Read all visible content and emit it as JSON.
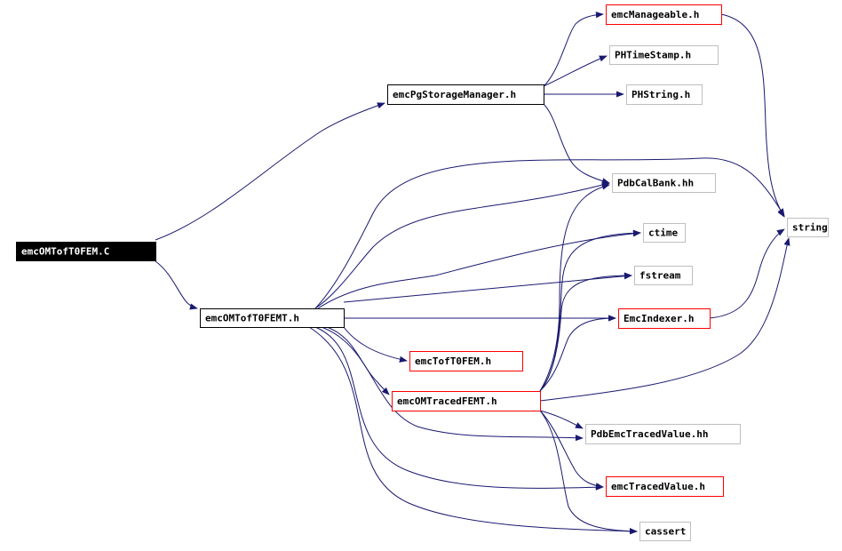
{
  "nodes": [
    {
      "id": "root",
      "label": "emcOMTofT0FEM.C",
      "style": "root"
    },
    {
      "id": "storage",
      "label": "emcPgStorageManager.h",
      "style": "black"
    },
    {
      "id": "omtof",
      "label": "emcOMTofT0FEMT.h",
      "style": "black"
    },
    {
      "id": "manageable",
      "label": "emcManageable.h",
      "style": "red"
    },
    {
      "id": "phtime",
      "label": "PHTimeStamp.h",
      "style": "gray"
    },
    {
      "id": "phstring",
      "label": "PHString.h",
      "style": "gray"
    },
    {
      "id": "pdbcal",
      "label": "PdbCalBank.hh",
      "style": "gray"
    },
    {
      "id": "string",
      "label": "string",
      "style": "gray"
    },
    {
      "id": "ctime",
      "label": "ctime",
      "style": "gray"
    },
    {
      "id": "fstream",
      "label": "fstream",
      "style": "gray"
    },
    {
      "id": "indexer",
      "label": "EmcIndexer.h",
      "style": "red"
    },
    {
      "id": "toft0",
      "label": "emcTofT0FEM.h",
      "style": "red"
    },
    {
      "id": "traced",
      "label": "emcOMTracedFEMT.h",
      "style": "red"
    },
    {
      "id": "pdbemc",
      "label": "PdbEmcTracedValue.hh",
      "style": "gray"
    },
    {
      "id": "tracedval",
      "label": "emcTracedValue.h",
      "style": "red"
    },
    {
      "id": "cassert",
      "label": "cassert",
      "style": "gray"
    }
  ],
  "edges": [
    [
      "root",
      "storage"
    ],
    [
      "root",
      "omtof"
    ],
    [
      "storage",
      "manageable"
    ],
    [
      "storage",
      "phtime"
    ],
    [
      "storage",
      "phstring"
    ],
    [
      "storage",
      "pdbcal"
    ],
    [
      "manageable",
      "string"
    ],
    [
      "omtof",
      "string"
    ],
    [
      "omtof",
      "pdbcal"
    ],
    [
      "omtof",
      "ctime"
    ],
    [
      "omtof",
      "fstream"
    ],
    [
      "omtof",
      "indexer"
    ],
    [
      "omtof",
      "toft0"
    ],
    [
      "omtof",
      "traced"
    ],
    [
      "omtof",
      "pdbemc"
    ],
    [
      "omtof",
      "tracedval"
    ],
    [
      "omtof",
      "cassert"
    ],
    [
      "indexer",
      "string"
    ],
    [
      "traced",
      "pdbcal"
    ],
    [
      "traced",
      "ctime"
    ],
    [
      "traced",
      "fstream"
    ],
    [
      "traced",
      "indexer"
    ],
    [
      "traced",
      "string"
    ],
    [
      "traced",
      "pdbemc"
    ],
    [
      "traced",
      "tracedval"
    ],
    [
      "traced",
      "cassert"
    ]
  ],
  "colors": {
    "edge": "#191970",
    "root_fill": "#000000",
    "root_text": "#ffffff",
    "black_border": "#000000",
    "red_border": "#ff0000",
    "gray_border": "#bfbfbf",
    "text": "#000000"
  }
}
